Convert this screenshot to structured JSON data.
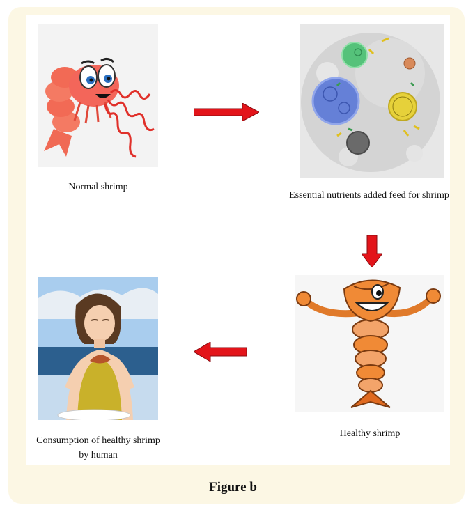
{
  "diagram": {
    "steps": [
      {
        "label": "Normal shrimp",
        "icon": "cartoon-shrimp-icon"
      },
      {
        "label": "Essential nutrients added feed for shrimp",
        "icon": "feed-bubbles-icon"
      },
      {
        "label": "Healthy shrimp",
        "icon": "happy-shrimp-icon"
      },
      {
        "label": "Consumption of healthy shrimp by human",
        "icon": "woman-eating-icon"
      }
    ],
    "arrows": [
      {
        "from": "Normal shrimp",
        "to": "Essential nutrients added feed for shrimp",
        "direction": "right"
      },
      {
        "from": "Essential nutrients added feed for shrimp",
        "to": "Healthy shrimp",
        "direction": "down"
      },
      {
        "from": "Healthy shrimp",
        "to": "Consumption of healthy shrimp by human",
        "direction": "left"
      }
    ],
    "arrow_color": "#e3141a"
  },
  "figure_caption": "Figure b"
}
